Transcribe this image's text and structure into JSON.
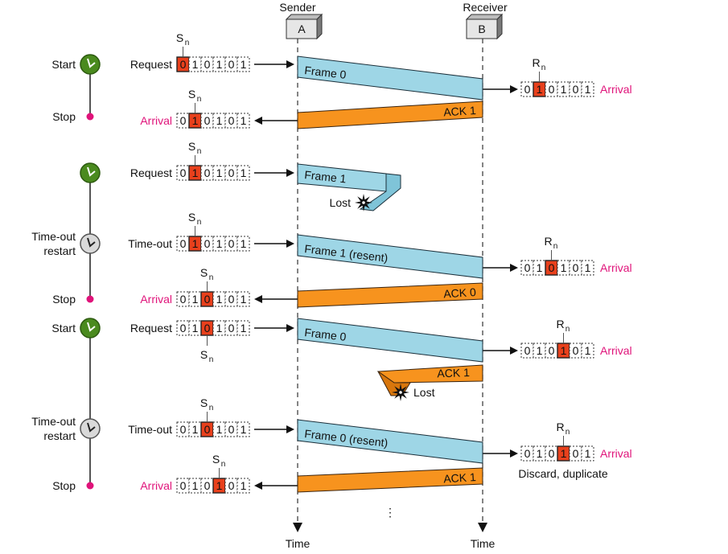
{
  "colors": {
    "frame": "#9ed6e6",
    "ack": "#f7931e",
    "highlight": "#e8401c",
    "arrival_text": "#e0137a",
    "timer_start": "#4a8a1e",
    "timer_restart": "#d9d9d9"
  },
  "stations": {
    "sender": {
      "title": "Sender",
      "box": "A",
      "time_label": "Time"
    },
    "receiver": {
      "title": "Receiver",
      "box": "B",
      "time_label": "Time"
    }
  },
  "sn_label": "S",
  "sn_sub": "n",
  "rn_label": "R",
  "rn_sub": "n",
  "timer_labels": [
    {
      "text": "Start",
      "icon": "clock-start-icon"
    },
    {
      "text": "Stop",
      "icon": "stop-dot-icon"
    },
    {
      "text": "",
      "icon": "clock-start-icon"
    },
    {
      "text": "Time-out",
      "text2": "restart",
      "icon": "clock-restart-icon"
    },
    {
      "text": "Stop",
      "icon": "stop-dot-icon"
    },
    {
      "text": "Start",
      "icon": "clock-start-icon"
    },
    {
      "text": "Time-out",
      "text2": "restart",
      "icon": "clock-restart-icon"
    },
    {
      "text": "Stop",
      "icon": "stop-dot-icon"
    }
  ],
  "sender_events": [
    {
      "label": "Request",
      "bits": [
        "0",
        "1",
        "0",
        "1",
        "0",
        "1"
      ],
      "highlight": 0,
      "pointer": "above"
    },
    {
      "label": "Arrival",
      "bits": [
        "0",
        "1",
        "0",
        "1",
        "0",
        "1"
      ],
      "highlight": 1,
      "pointer": "above"
    },
    {
      "label": "Request",
      "bits": [
        "0",
        "1",
        "0",
        "1",
        "0",
        "1"
      ],
      "highlight": 1,
      "pointer": "above"
    },
    {
      "label": "Time-out",
      "bits": [
        "0",
        "1",
        "0",
        "1",
        "0",
        "1"
      ],
      "highlight": 1,
      "pointer": "above"
    },
    {
      "label": "Arrival",
      "bits": [
        "0",
        "1",
        "0",
        "1",
        "0",
        "1"
      ],
      "highlight": 2,
      "pointer": "above"
    },
    {
      "label": "Request",
      "bits": [
        "0",
        "1",
        "0",
        "1",
        "0",
        "1"
      ],
      "highlight": 2,
      "pointer": "below"
    },
    {
      "label": "Time-out",
      "bits": [
        "0",
        "1",
        "0",
        "1",
        "0",
        "1"
      ],
      "highlight": 2,
      "pointer": "above"
    },
    {
      "label": "Arrival",
      "bits": [
        "0",
        "1",
        "0",
        "1",
        "0",
        "1"
      ],
      "highlight": 3,
      "pointer": "above"
    }
  ],
  "receiver_events": [
    {
      "label": "Arrival",
      "bits": [
        "0",
        "1",
        "0",
        "1",
        "0",
        "1"
      ],
      "highlight": 1
    },
    {
      "label": "Arrival",
      "bits": [
        "0",
        "1",
        "0",
        "1",
        "0",
        "1"
      ],
      "highlight": 2
    },
    {
      "label": "Arrival",
      "bits": [
        "0",
        "1",
        "0",
        "1",
        "0",
        "1"
      ],
      "highlight": 3
    },
    {
      "label": "Arrival",
      "bits": [
        "0",
        "1",
        "0",
        "1",
        "0",
        "1"
      ],
      "highlight": 3,
      "note": "Discard, duplicate"
    }
  ],
  "messages": [
    {
      "kind": "frame",
      "label": "Frame 0",
      "outcome": "delivered"
    },
    {
      "kind": "ack",
      "label": "ACK 1",
      "outcome": "delivered"
    },
    {
      "kind": "frame",
      "label": "Frame 1",
      "outcome": "lost",
      "lost_label": "Lost"
    },
    {
      "kind": "frame",
      "label": "Frame 1 (resent)",
      "outcome": "delivered"
    },
    {
      "kind": "ack",
      "label": "ACK 0",
      "outcome": "delivered"
    },
    {
      "kind": "frame",
      "label": "Frame 0",
      "outcome": "delivered"
    },
    {
      "kind": "ack",
      "label": "ACK 1",
      "outcome": "lost",
      "lost_label": "Lost"
    },
    {
      "kind": "frame",
      "label": "Frame 0 (resent)",
      "outcome": "delivered"
    },
    {
      "kind": "ack",
      "label": "ACK 1",
      "outcome": "delivered"
    }
  ],
  "continuation": "⋮"
}
